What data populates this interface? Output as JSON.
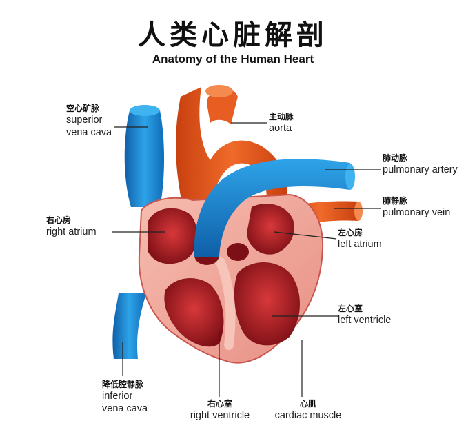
{
  "title": {
    "zh": "人类心脏解剖",
    "en": "Anatomy of the Human Heart"
  },
  "labels": {
    "superior_vena_cava": {
      "zh": "空心矿脉",
      "en_line1": "superior",
      "en_line2": "vena cava"
    },
    "aorta": {
      "zh": "主动脉",
      "en": "aorta"
    },
    "pulmonary_artery": {
      "zh": "肺动脉",
      "en": "pulmonary artery"
    },
    "pulmonary_vein": {
      "zh": "肺静脉",
      "en": "pulmonary vein"
    },
    "right_atrium": {
      "zh": "右心房",
      "en": "right atrium"
    },
    "left_atrium": {
      "zh": "左心房",
      "en": "left atrium"
    },
    "left_ventricle": {
      "zh": "左心室",
      "en": "left ventricle"
    },
    "inferior_vena_cava": {
      "zh": "降低腔静脉",
      "en_line1": "inferior",
      "en_line2": "vena cava"
    },
    "right_ventricle": {
      "zh": "右心室",
      "en": "right ventricle"
    },
    "cardiac_muscle": {
      "zh": "心肌",
      "en": "cardiac muscle"
    }
  },
  "colors": {
    "vein_blue": "#1f8fd6",
    "artery_orange": "#e8551c",
    "muscle_pink": "#f2a79a",
    "chamber_red": "#a31c22"
  }
}
